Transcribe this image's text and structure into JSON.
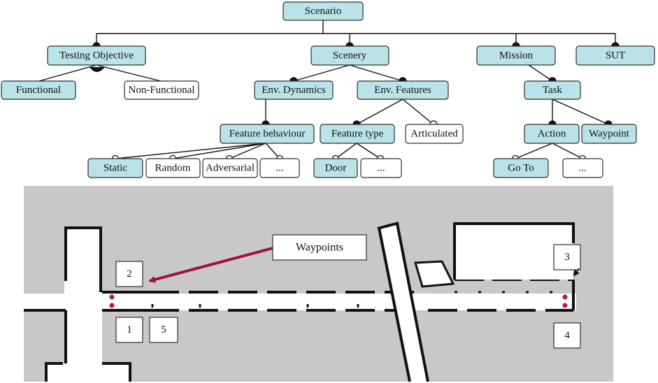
{
  "colors": {
    "teal_fill": "#b9e3e8",
    "box_stroke": "#2f2f2f",
    "map_background": "#c8c8c8",
    "wall": "#ffffff",
    "waypoint_marker": "#c0135a",
    "arrow": "#a10f48"
  },
  "tree": {
    "scenario": "Scenario",
    "testing_objective": "Testing Objective",
    "functional": "Functional",
    "non_functional": "Non-Functional",
    "scenery": "Scenery",
    "env_dynamics": "Env. Dynamics",
    "env_features": "Env. Features",
    "feature_behaviour": "Feature behaviour",
    "feature_type": "Feature type",
    "articulated": "Articulated",
    "static": "Static",
    "random": "Random",
    "adversarial": "Adversarial",
    "behaviour_more": "...",
    "door": "Door",
    "type_more": "...",
    "mission": "Mission",
    "sut": "SUT",
    "task": "Task",
    "action": "Action",
    "waypoint": "Waypoint",
    "go_to": "Go To",
    "action_more": "..."
  },
  "map": {
    "callout": "Waypoints",
    "labels": [
      "2",
      "1",
      "5",
      "3",
      "4"
    ]
  }
}
